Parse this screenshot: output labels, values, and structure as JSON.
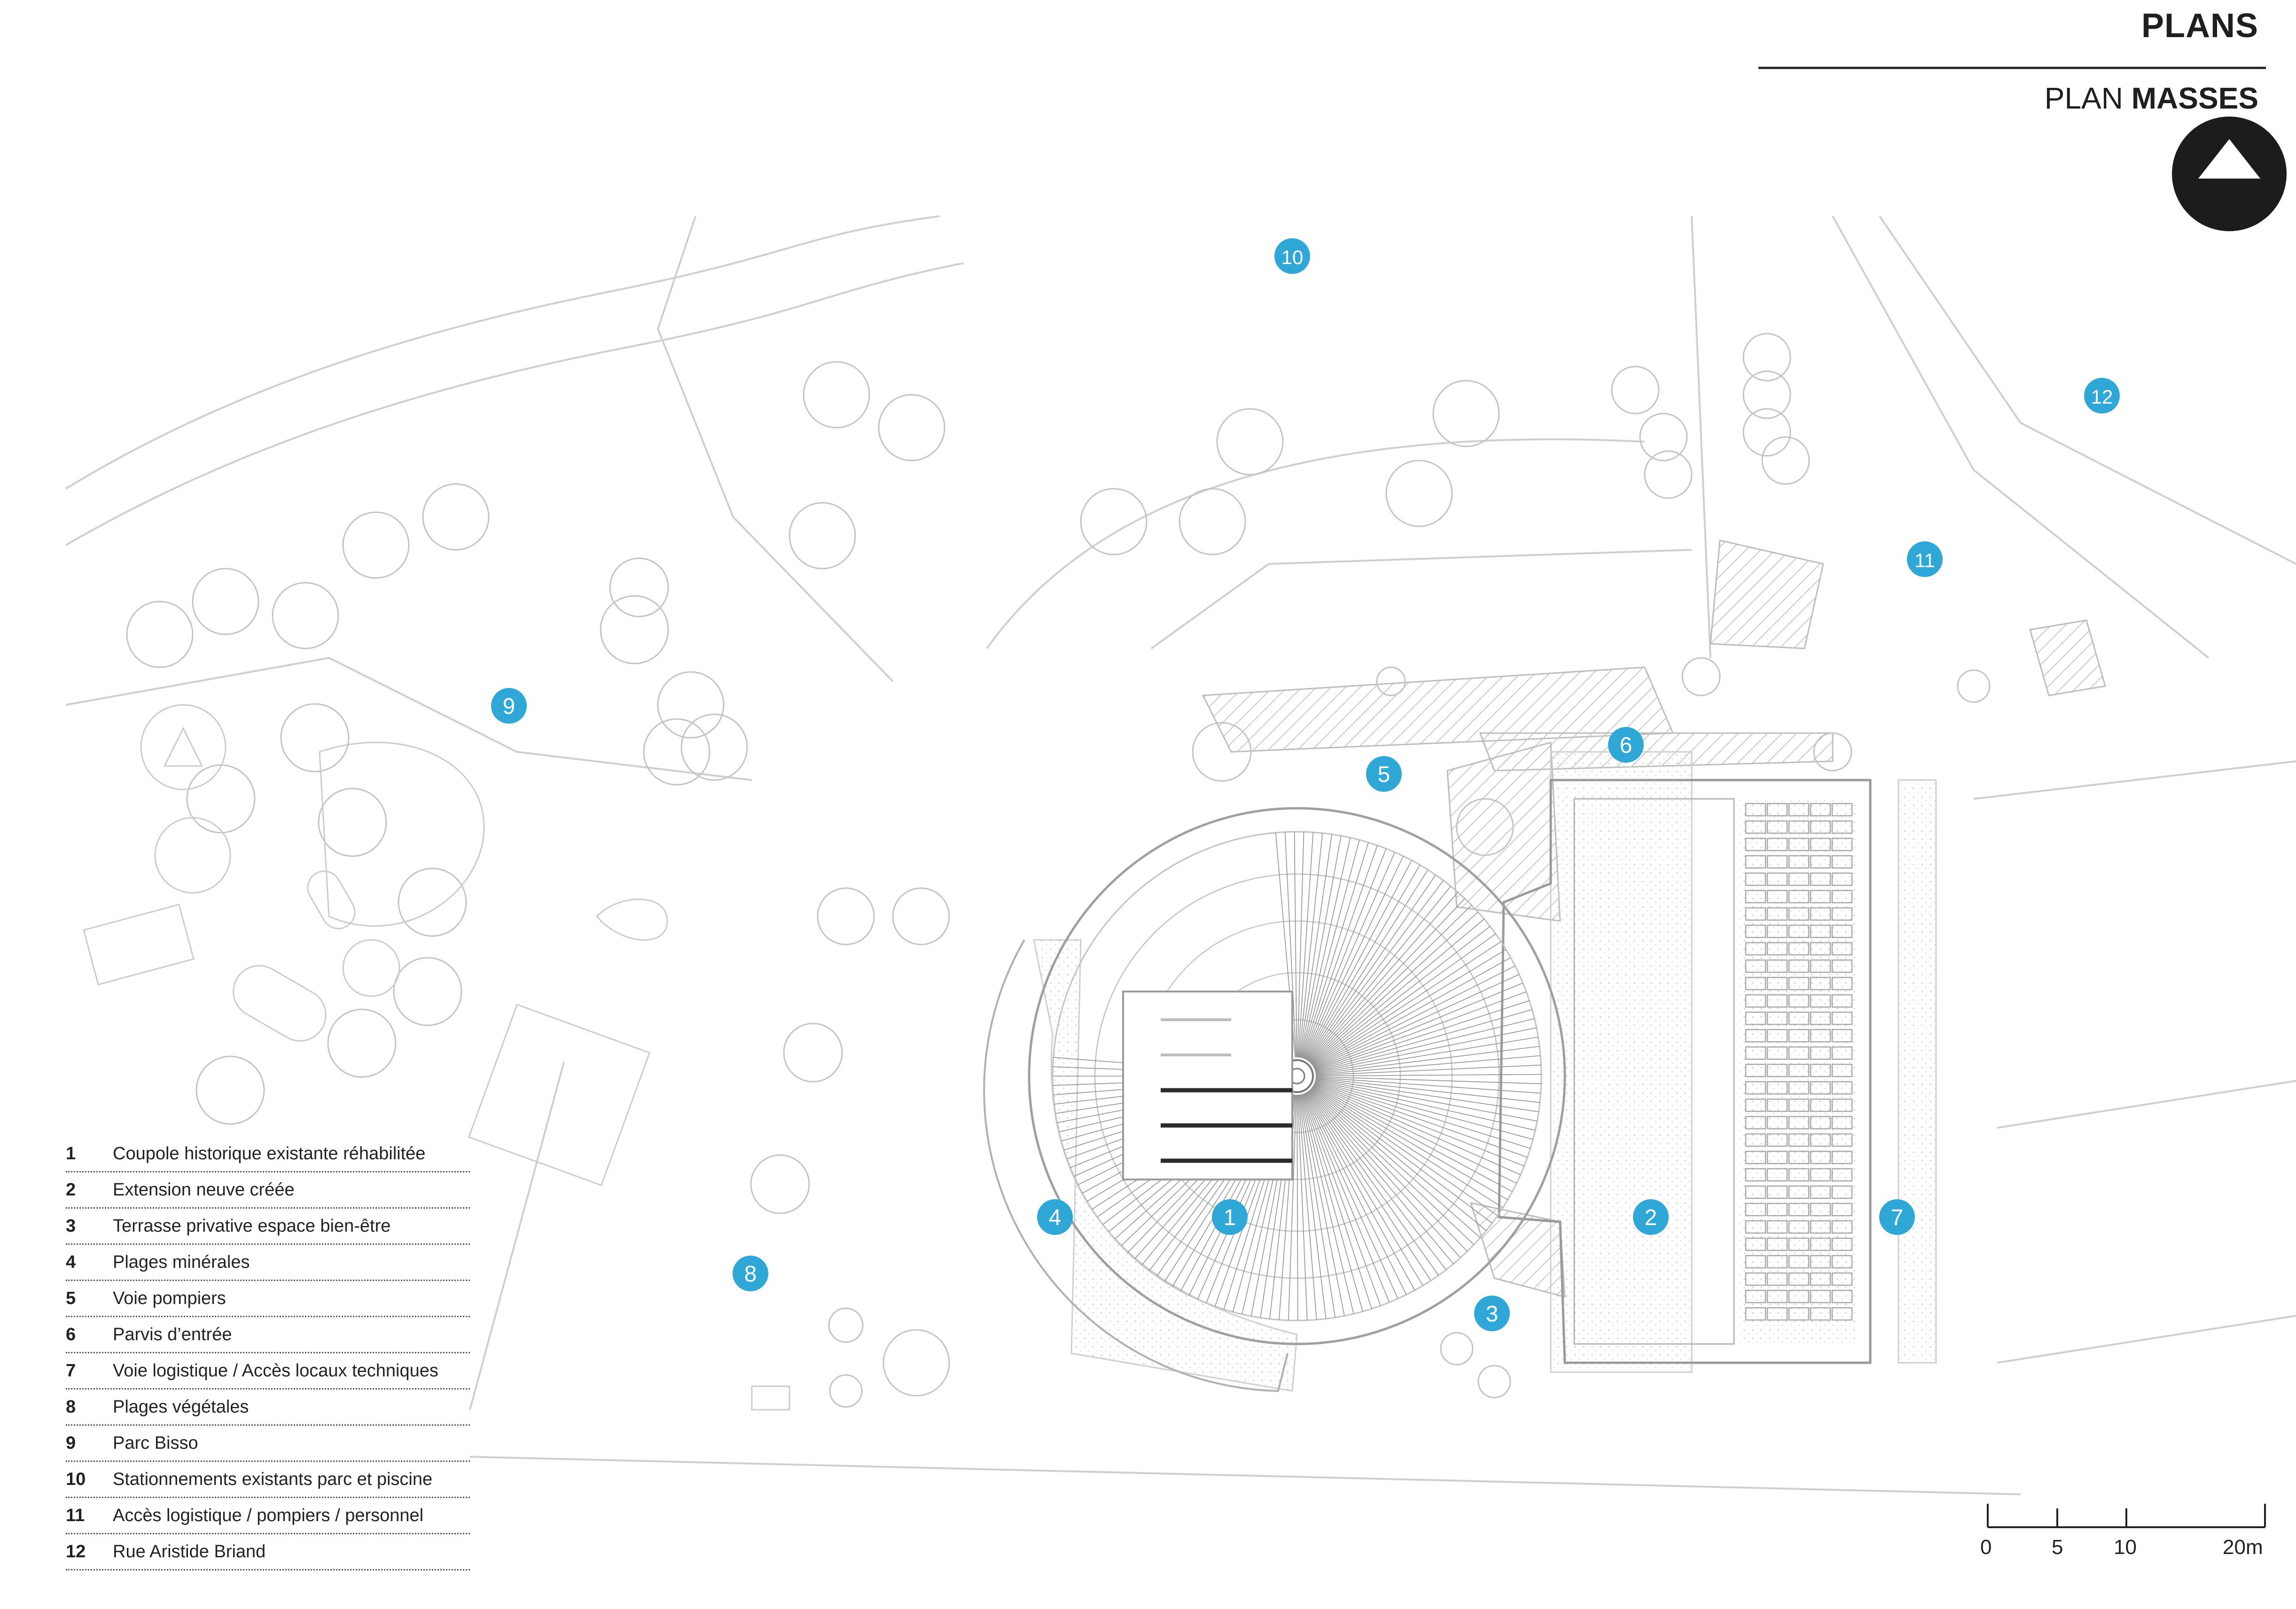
{
  "header": {
    "title": "PLANS",
    "subtitle_prefix": "PLAN",
    "subtitle_bold": "MASSES"
  },
  "legend": [
    {
      "num": "1",
      "label": "Coupole historique existante réhabilitée"
    },
    {
      "num": "2",
      "label": "Extension neuve créée"
    },
    {
      "num": "3",
      "label": "Terrasse privative espace bien-être"
    },
    {
      "num": "4",
      "label": "Plages minérales"
    },
    {
      "num": "5",
      "label": "Voie pompiers"
    },
    {
      "num": "6",
      "label": "Parvis d’entrée"
    },
    {
      "num": "7",
      "label": "Voie logistique / Accès locaux techniques"
    },
    {
      "num": "8",
      "label": "Plages végétales"
    },
    {
      "num": "9",
      "label": "Parc Bisso"
    },
    {
      "num": "10",
      "label": "Stationnements existants parc et piscine"
    },
    {
      "num": "11",
      "label": "Accès logistique / pompiers / personnel"
    },
    {
      "num": "12",
      "label": "Rue Aristide Briand"
    }
  ],
  "markers": [
    "1",
    "2",
    "3",
    "4",
    "5",
    "6",
    "7",
    "8",
    "9",
    "10",
    "11",
    "12"
  ],
  "scale": {
    "labels": [
      "0",
      "5",
      "10",
      "20m"
    ]
  },
  "colors": {
    "marker": "#2fa8d8",
    "line": "#bdbdbd",
    "dark": "#1f1f1f"
  },
  "icons": {
    "north": "north-arrow-icon"
  }
}
